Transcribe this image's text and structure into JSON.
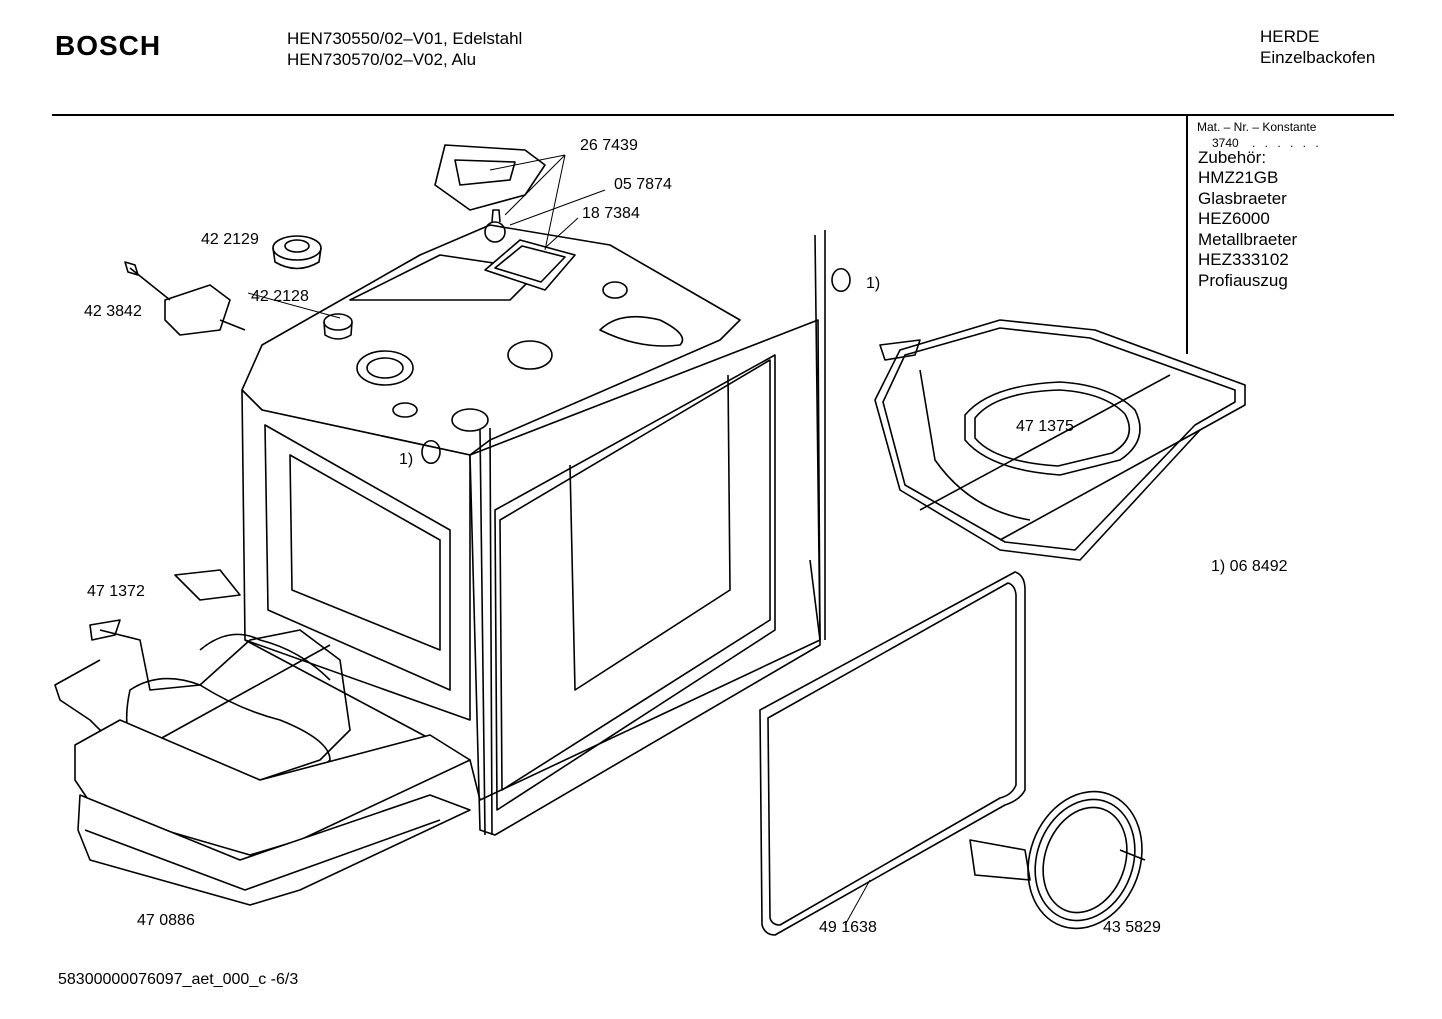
{
  "header": {
    "brand": "BOSCH",
    "models": [
      "HEN730550/02–V01, Edelstahl",
      "HEN730570/02–V02,  Alu"
    ],
    "category": [
      "HERDE",
      "Einzelbackofen"
    ]
  },
  "materials": {
    "label": "Mat. – Nr. – Konstante",
    "value": "3740",
    "dots": ". . . . . ."
  },
  "accessories": {
    "heading": "Zubehör:",
    "items": [
      "HMZ21GB",
      "Glasbraeter",
      "HEZ6000",
      "Metallbraeter",
      "HEZ333102",
      "Profiauszug"
    ]
  },
  "parts": {
    "p267439": "26 7439",
    "p057874": "05 7874",
    "p187384": "18 7384",
    "p422129": "42 2129",
    "p422128": "42 2128",
    "p423842": "42 3842",
    "p471375": "47 1375",
    "p471372": "47 1372",
    "p470886": "47 0886",
    "p491638": "49 1638",
    "p435829": "43 5829",
    "note1_a": "1)",
    "note1_b": "1)",
    "note1_ref": "1) 06 8492"
  },
  "footer": "58300000076097_aet_000_c  -6/3"
}
